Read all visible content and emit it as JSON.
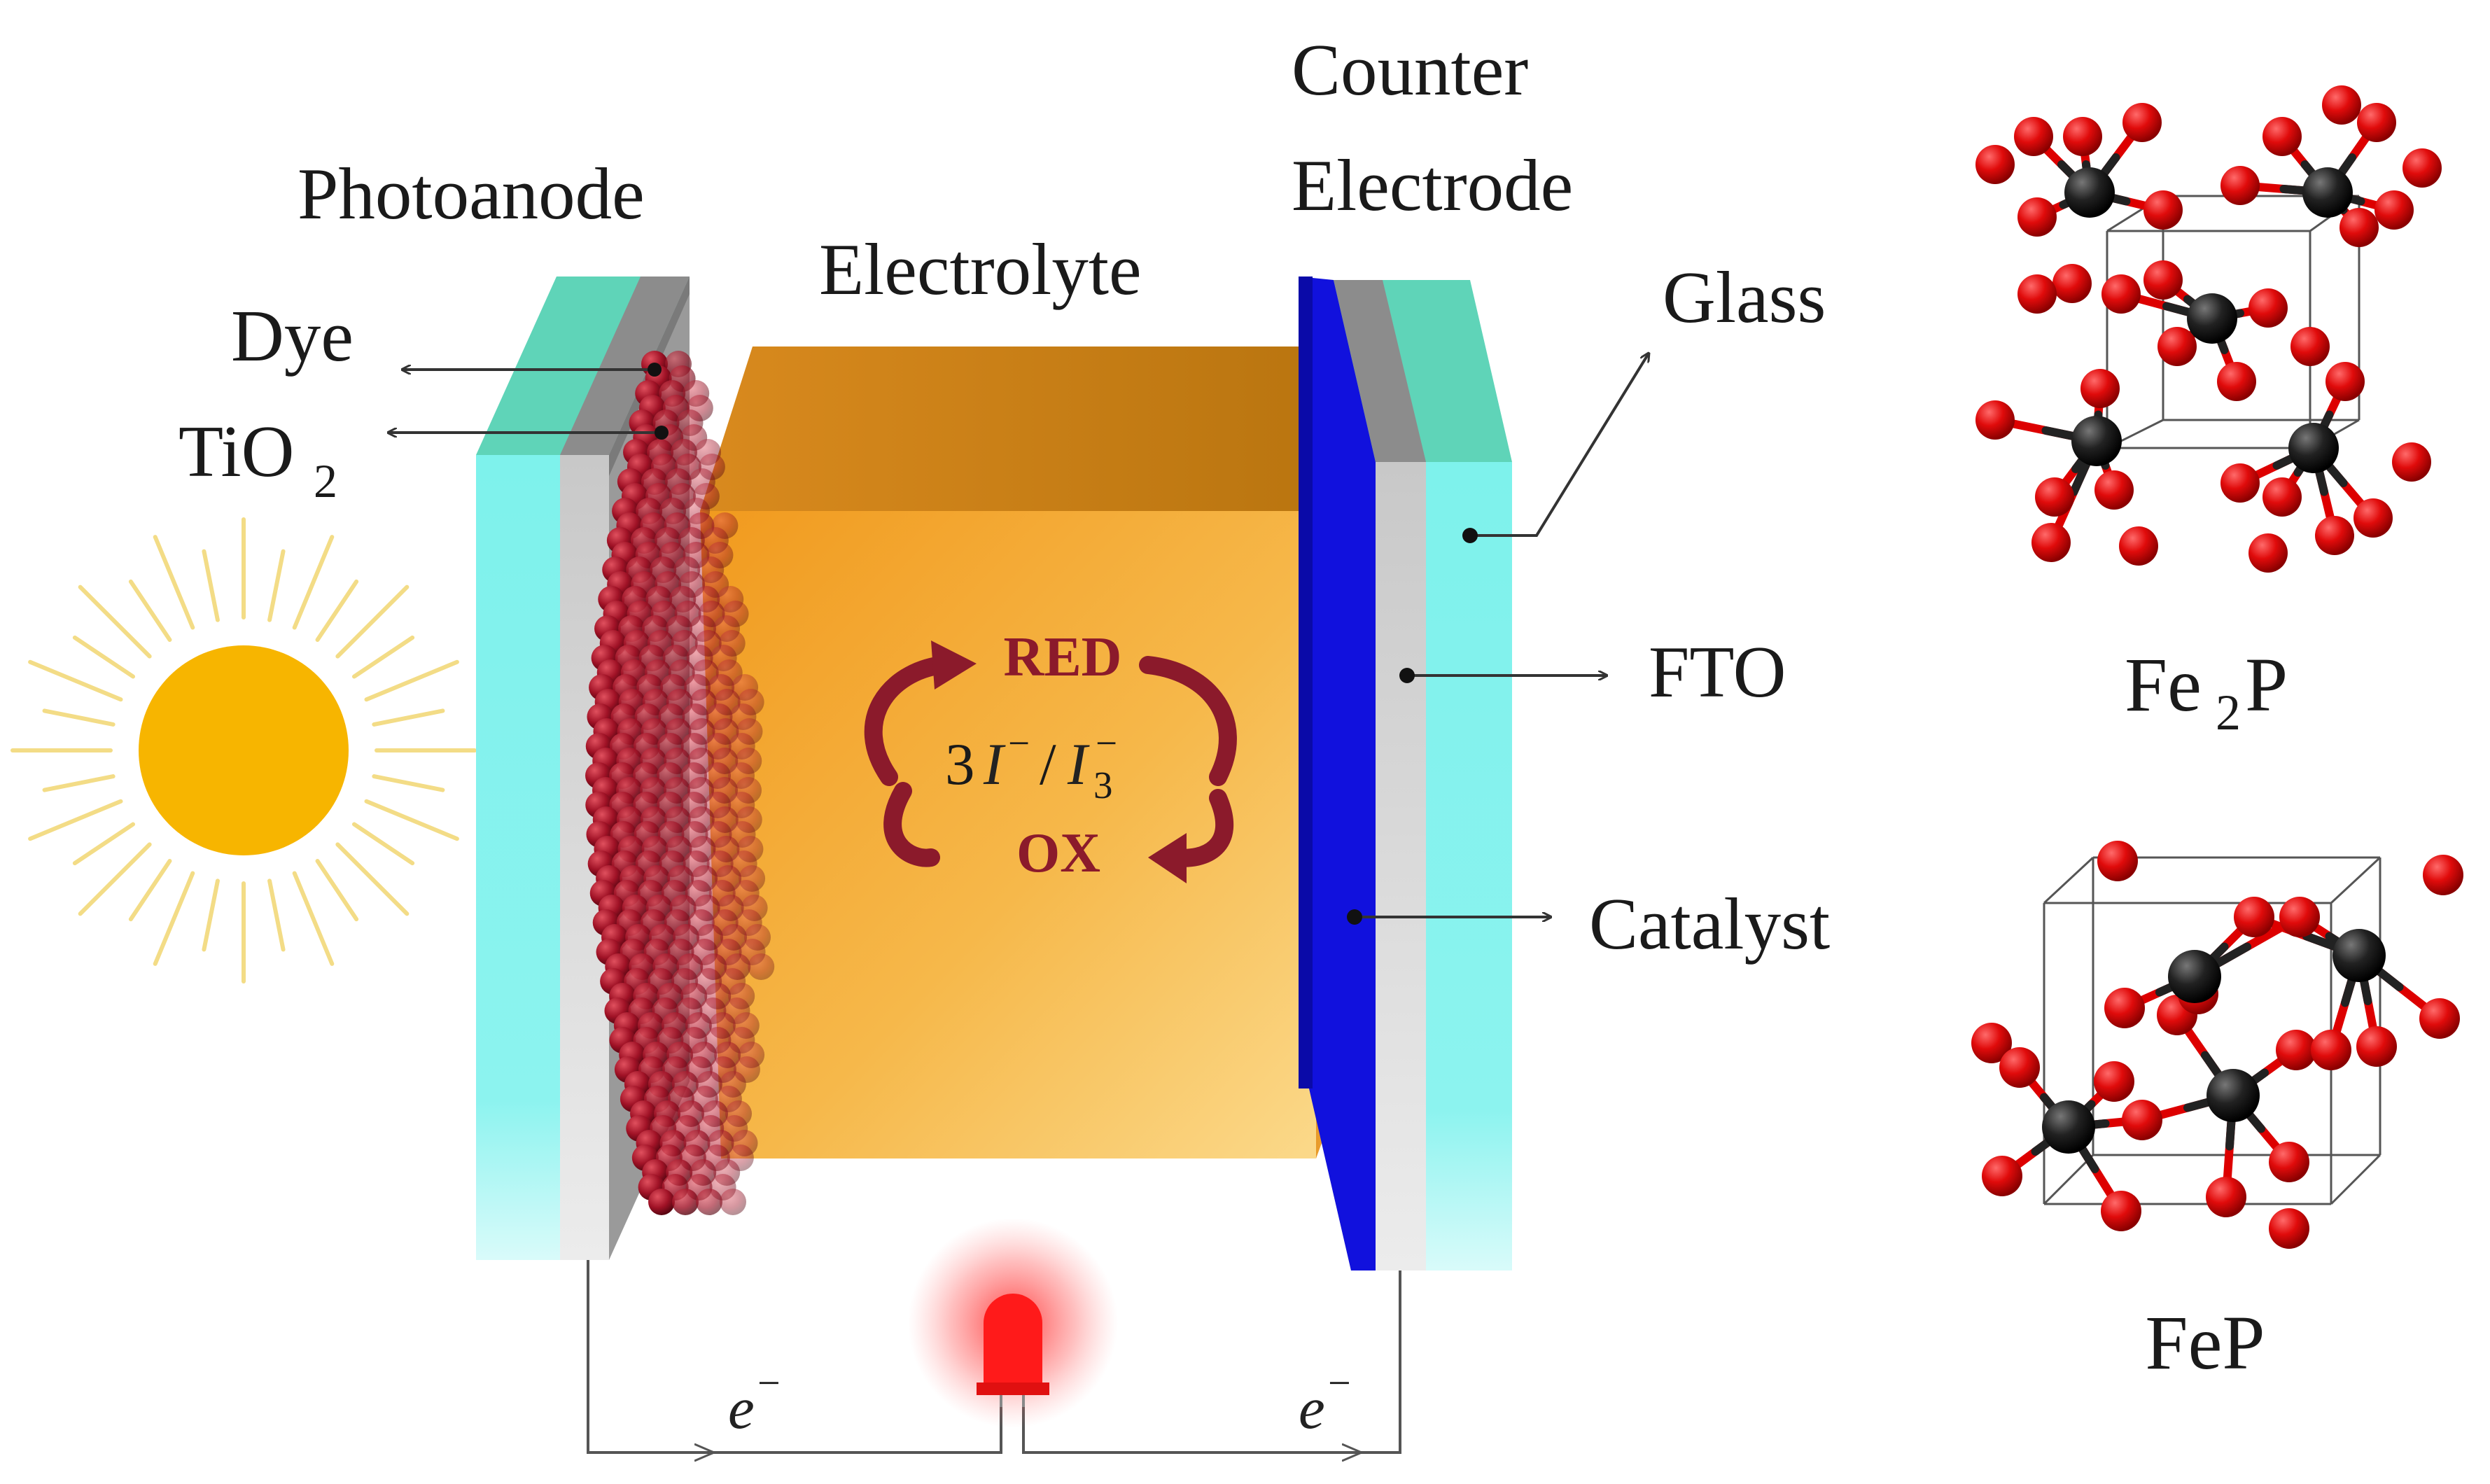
{
  "labels": {
    "photoanode": "Photoanode",
    "electrolyte": "Electrolyte",
    "counter_line1": "Counter",
    "counter_line2": "Electrode",
    "dye": "Dye",
    "tio2_base": "TiO",
    "tio2_sub": "2",
    "glass": "Glass",
    "fto": "FTO",
    "catalyst": "Catalyst",
    "red": "RED",
    "ox": "OX",
    "redox_coef": "3",
    "redox_i": "I",
    "redox_sup_minus": "−",
    "redox_slash": "/",
    "redox_i3": "I",
    "redox_sub3": "3",
    "electron_left": "e",
    "electron_right": "e",
    "electron_sup": "−",
    "fe2p_a": "Fe",
    "fe2p_sub": "2",
    "fe2p_b": "P",
    "fep": "FeP"
  },
  "colors": {
    "glass": "#7ef2ec",
    "glass_top": "#5fd4b8",
    "fto": "#cfcfcf",
    "fto_dark": "#8c8c8c",
    "catalyst": "#1111dd",
    "electrolyte": "#f2a630",
    "electrolyte_top": "#c77f16",
    "tio2_particle": "#a01226",
    "redox_arrow": "#8b1a2b",
    "sun": "#f7b500",
    "sun_rays": "#f3dc86",
    "led": "#ff1a1a",
    "iron_atom": "#1c1c1c",
    "phosphorus_atom": "#e00b0b"
  },
  "icons": {
    "sun": "sun-icon",
    "led": "led-icon"
  }
}
